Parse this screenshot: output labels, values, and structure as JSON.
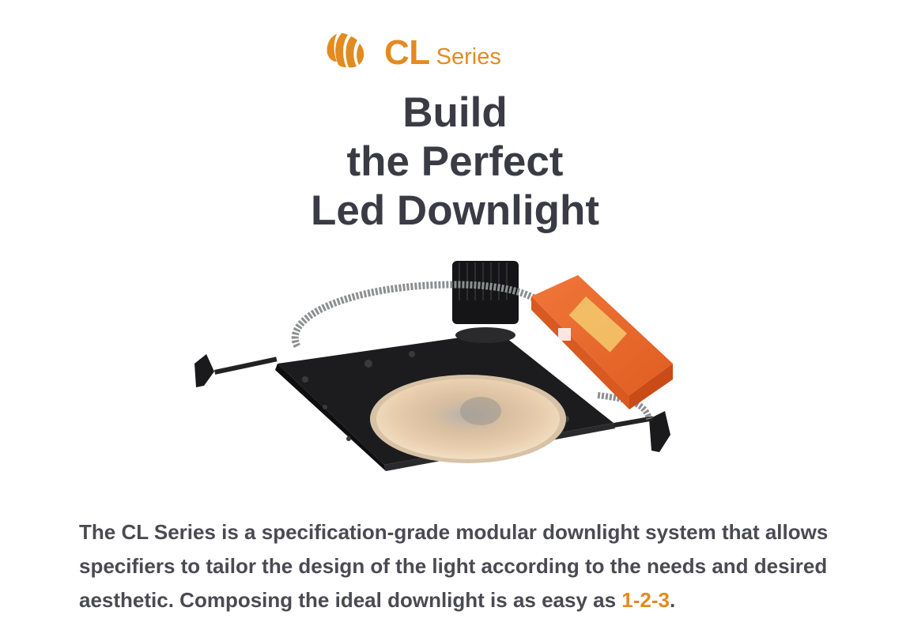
{
  "brand": {
    "icon": "shell-logo-icon",
    "name": "CL",
    "suffix": "Series",
    "color": "#e38b1e"
  },
  "headline": {
    "lines": [
      "Build",
      "the Perfect",
      "Led Downlight"
    ],
    "color": "#3b3b45"
  },
  "product": {
    "icon": "led-downlight-fixture-illustration"
  },
  "description": {
    "text": "The CL Series is a specification-grade modular downlight system that allows specifiers to tailor the design of the light according to the needs and desired aesthetic. Composing the ideal downlight is as easy as ",
    "highlight": "1-2-3",
    "end": ".",
    "highlight_color": "#e38b1e"
  }
}
